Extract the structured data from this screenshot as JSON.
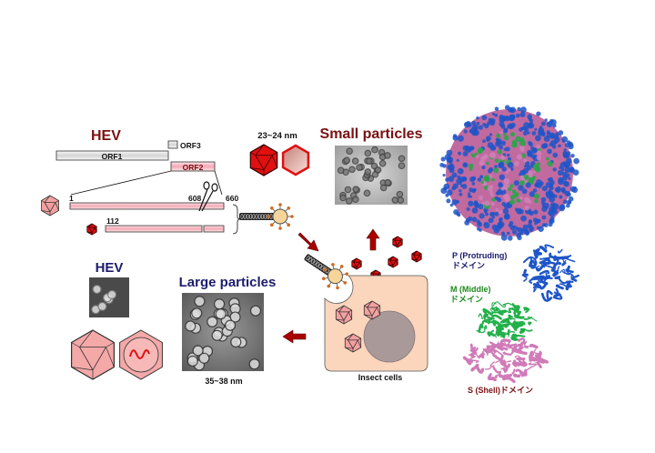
{
  "genome": {
    "title": "HEV",
    "orf1": "ORF1",
    "orf2": "ORF2",
    "orf3": "ORF3",
    "pos_start": "1",
    "pos_608": "608",
    "pos_660": "660",
    "pos_112": "112"
  },
  "small": {
    "size_label": "23~24 nm",
    "title": "Small particles"
  },
  "insect": {
    "label": "Insect cells"
  },
  "large": {
    "title": "Large particles",
    "size_label": "35~38 nm"
  },
  "native": {
    "title": "HEV"
  },
  "domains": {
    "p_name": "P (Protruding)",
    "p_suffix": "ドメイン",
    "m_name": "M (Middle)",
    "m_suffix": "ドメイン",
    "s_label": "S (Shell)ドメイン"
  },
  "colors": {
    "dark_red": "#7a1010",
    "navy": "#1c1c6e",
    "green": "#1f8a1f",
    "pink": "#f4a8a8",
    "red": "#e01010"
  }
}
